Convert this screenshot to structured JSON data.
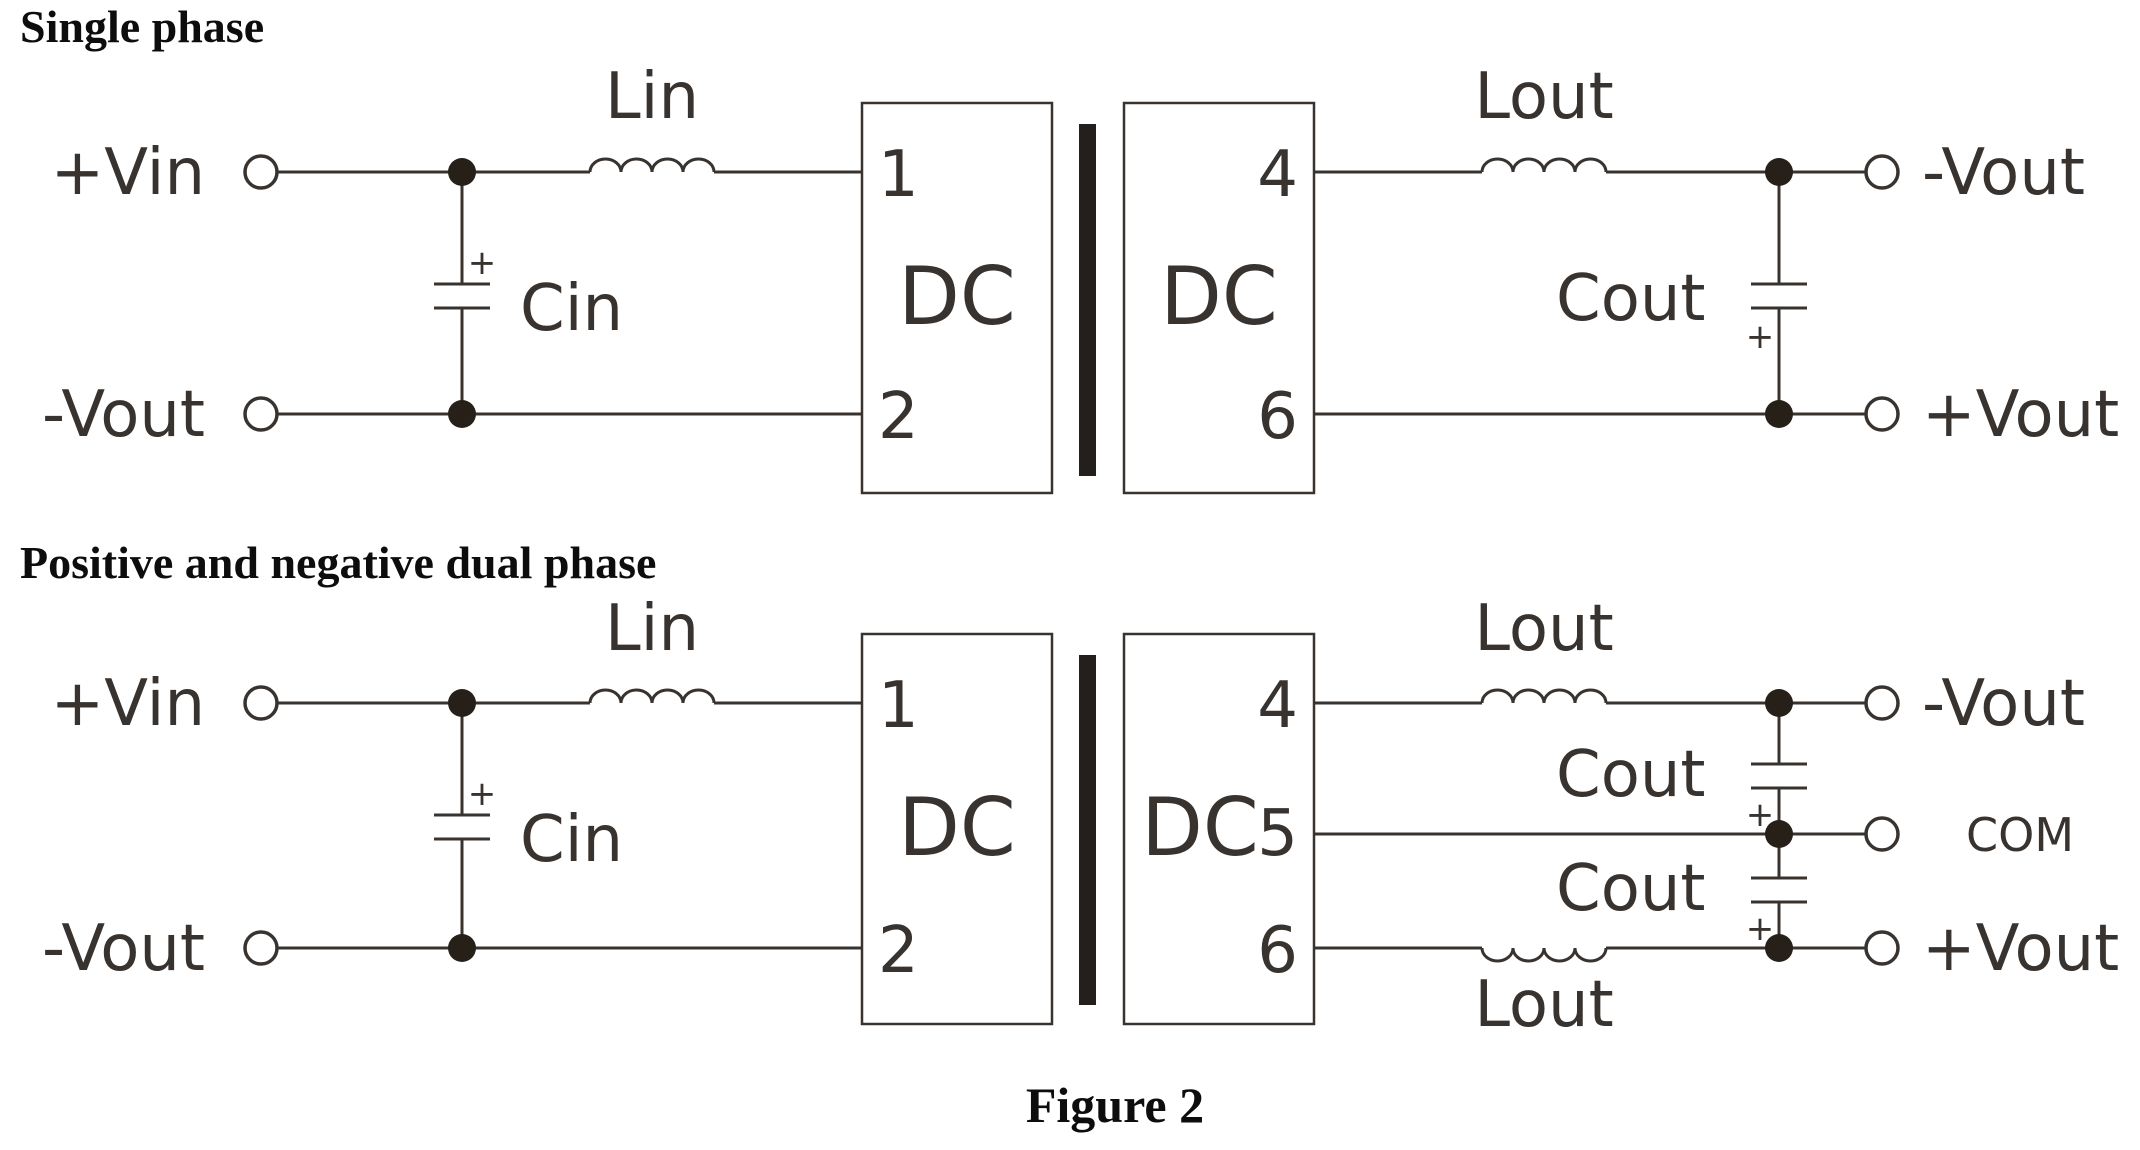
{
  "figure": {
    "caption": "Figure 2"
  },
  "circuits": {
    "single": {
      "title": "Single phase",
      "left": {
        "in_pos": "+Vin",
        "in_neg": "-Vout"
      },
      "input_filter": {
        "inductor": "Lin",
        "capacitor": "Cin",
        "polarity": "+"
      },
      "converter": {
        "pin1": "1",
        "pin2": "2",
        "pin4": "4",
        "pin6": "6",
        "dc_primary": "DC",
        "dc_secondary": "DC"
      },
      "output_filter": {
        "inductor": "Lout",
        "capacitor": "Cout",
        "polarity": "+"
      },
      "right": {
        "out_neg": "-Vout",
        "out_pos": "+Vout"
      }
    },
    "dual": {
      "title": "Positive and negative dual phase",
      "left": {
        "in_pos": "+Vin",
        "in_neg": "-Vout"
      },
      "input_filter": {
        "inductor": "Lin",
        "capacitor": "Cin",
        "polarity": "+"
      },
      "converter": {
        "pin1": "1",
        "pin2": "2",
        "pin4": "4",
        "pin5": "5",
        "pin6": "6",
        "dc_primary": "DC",
        "dc_secondary": "DC"
      },
      "output_filter": {
        "inductor_top": "Lout",
        "inductor_bottom": "Lout",
        "capacitor_top": "Cout",
        "capacitor_bottom": "Cout",
        "polarity_top": "+",
        "polarity_bottom": "+"
      },
      "right": {
        "out_neg": "-Vout",
        "com": "COM",
        "out_pos": "+Vout"
      }
    }
  },
  "colors": {
    "line": "#38332f",
    "text": "#38332f",
    "title": "#0d0d0d",
    "background": "#ffffff"
  }
}
